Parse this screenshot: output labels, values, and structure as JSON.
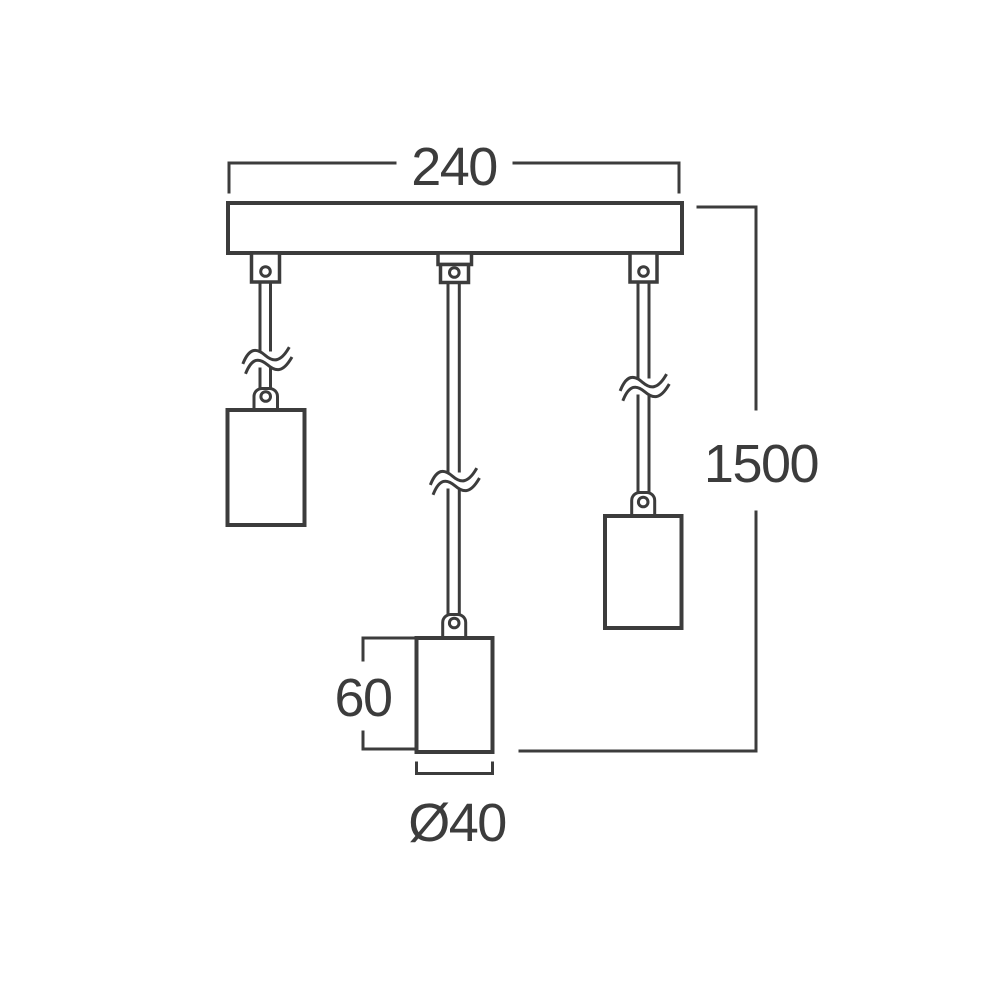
{
  "colors": {
    "line": "#3c3c3c",
    "background": "#ffffff"
  },
  "dimensions": {
    "canopy_width_label": "240",
    "drop_height_label": "1500",
    "shade_height_label": "60",
    "shade_diameter_label": "Ø40"
  }
}
